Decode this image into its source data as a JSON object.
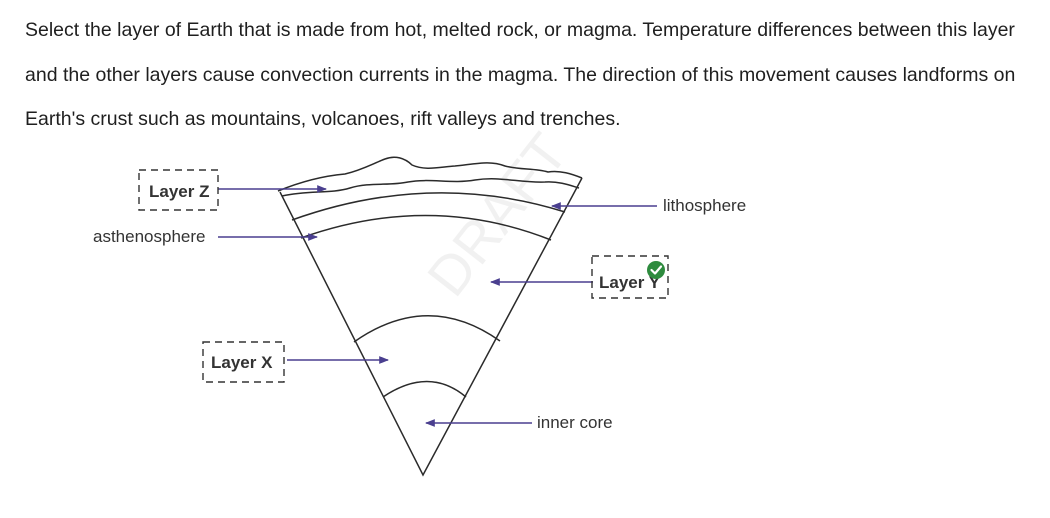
{
  "question": {
    "text": "Select the layer of Earth that is made from hot, melted rock, or magma. Temperature differences between this layer and the other layers cause convection currents in the magma. The direction of this movement causes landforms on Earth's crust such as mountains, volcanoes, rift valleys and trenches."
  },
  "diagram": {
    "watermark": "DRAFT",
    "labels": {
      "asthenosphere": "asthenosphere",
      "lithosphere": "lithosphere",
      "inner_core": "inner core"
    },
    "drop_zones": {
      "z": {
        "text": "Layer Z",
        "selected": false
      },
      "y": {
        "text": "Layer Y",
        "selected": true
      },
      "x": {
        "text": "Layer X",
        "selected": false
      }
    },
    "colors": {
      "leader_line": "#4a3f8f",
      "check": "#2e8b3e"
    },
    "icons": {
      "selected": "check-circle-icon"
    }
  }
}
